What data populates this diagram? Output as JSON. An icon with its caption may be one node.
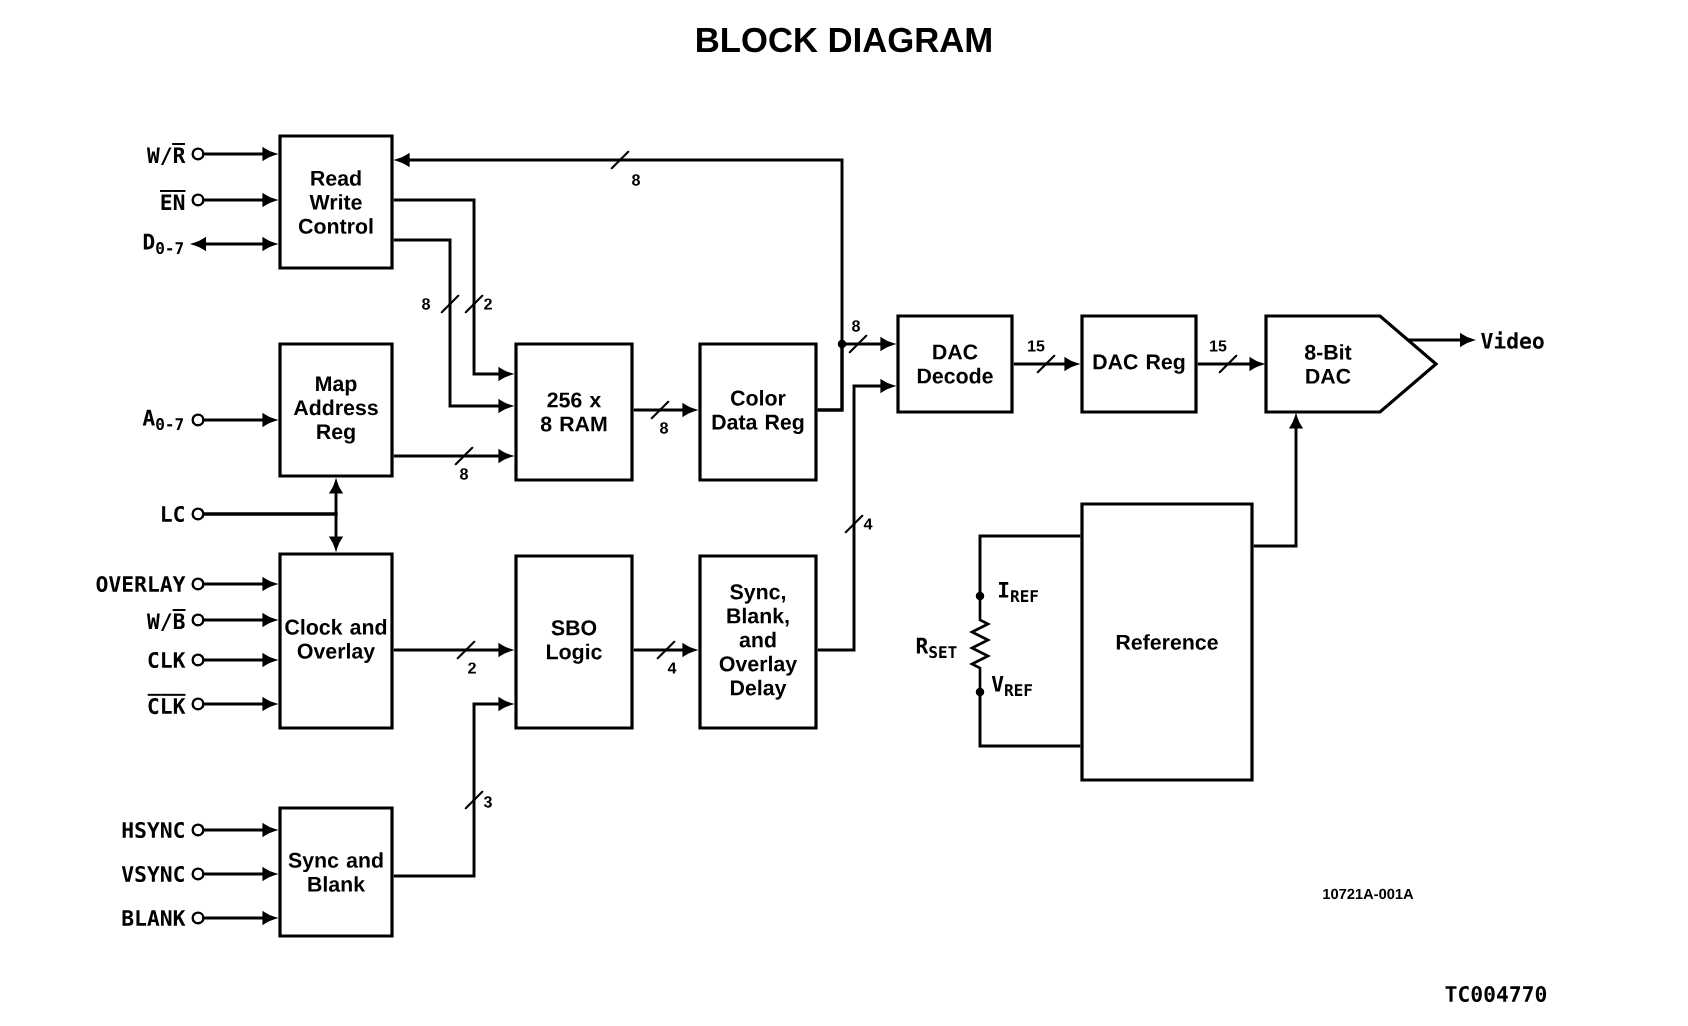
{
  "diagram": {
    "title": "BLOCK DIAGRAM",
    "nodes": [
      {
        "text": [
          "Read Write Control"
        ]
      },
      {
        "text": [
          "Map Address Reg"
        ]
      },
      {
        "text": [
          "256 x 8 RAM"
        ]
      },
      {
        "text": [
          "Color Data Reg"
        ]
      },
      {
        "text": [
          "Clock and Overlay"
        ]
      },
      {
        "text": [
          "SBO Logic"
        ]
      },
      {
        "text": [
          "Sync, Blank, and Overlay Delay"
        ]
      },
      {
        "text": [
          "Sync and Blank"
        ]
      },
      {
        "text": [
          "DAC Decode"
        ]
      },
      {
        "text": [
          "DAC Reg"
        ]
      },
      {
        "text": [
          "8-Bit DAC"
        ]
      },
      {
        "text": [
          "Reference"
        ]
      },
      {
        "text": [],
        "shape": "resistor",
        "beside": [
          "R$_{SET}$"
        ]
      },
      {
        "text": [
          "W/R̅"
        ]
      },
      {
        "text": [
          "E̅N̅"
        ]
      },
      {
        "text": [
          "D$_{0-7}$"
        ]
      },
      {
        "text": [
          "A$_{0-7}$"
        ]
      },
      {
        "text": [
          "LC"
        ]
      },
      {
        "text": [
          "OVERLAY"
        ]
      },
      {
        "text": [
          "W/B̅"
        ]
      },
      {
        "text": [
          "CLK"
        ]
      },
      {
        "text": [
          "C̅L̅K̅"
        ]
      },
      {
        "text": [
          "HSYNC"
        ]
      },
      {
        "text": [
          "VSYNC"
        ]
      },
      {
        "text": [
          "BLANK"
        ]
      },
      {
        "text": [
          "Video"
        ]
      }
    ],
    "edges": [
      {
        "from": 13,
        "to": 0,
        "arrow": "to"
      },
      {
        "from": 14,
        "to": 0,
        "arrow": "to"
      },
      {
        "from": 15,
        "to": 0,
        "arrow": "both"
      },
      {
        "from": 16,
        "to": 1,
        "arrow": "to"
      },
      {
        "from": 17,
        "to": 1,
        "arrow": "to"
      },
      {
        "from": 17,
        "to": 4,
        "arrow": "to"
      },
      {
        "from": 18,
        "to": 4,
        "arrow": "to"
      },
      {
        "from": 19,
        "to": 4,
        "arrow": "to"
      },
      {
        "from": 20,
        "to": 4,
        "arrow": "to"
      },
      {
        "from": 21,
        "to": 4,
        "arrow": "to"
      },
      {
        "from": 22,
        "to": 7,
        "arrow": "to"
      },
      {
        "from": 23,
        "to": 7,
        "arrow": "to"
      },
      {
        "from": 24,
        "to": 7,
        "arrow": "to"
      },
      {
        "from": 0,
        "to": 2,
        "arrow": "to",
        "label": "2"
      },
      {
        "from": 0,
        "to": 2,
        "arrow": "to",
        "label": "8"
      },
      {
        "from": 1,
        "to": 2,
        "arrow": "to",
        "label": "8"
      },
      {
        "from": 2,
        "to": 3,
        "arrow": "to",
        "label": "8"
      },
      {
        "from": 3,
        "to": 8,
        "arrow": "to",
        "label": "8"
      },
      {
        "from": 3,
        "to": 0,
        "arrow": "to",
        "label": "8"
      },
      {
        "from": 4,
        "to": 5,
        "arrow": "to",
        "label": "2"
      },
      {
        "from": 7,
        "to": 5,
        "arrow": "to",
        "label": "3"
      },
      {
        "from": 5,
        "to": 6,
        "arrow": "to",
        "label": "4"
      },
      {
        "from": 6,
        "to": 8,
        "arrow": "to",
        "label": "4"
      },
      {
        "from": 8,
        "to": 9,
        "arrow": "to",
        "label": "15"
      },
      {
        "from": 9,
        "to": 10,
        "arrow": "to",
        "label": "15"
      },
      {
        "from": 11,
        "to": 10,
        "arrow": "to"
      },
      {
        "from": 10,
        "to": 25,
        "arrow": "to"
      },
      {
        "from": 11,
        "to": 12,
        "arrow": "none"
      },
      {
        "from": 11,
        "to": 12,
        "arrow": "none"
      }
    ],
    "labels": [
      "I$_{REF}$",
      "V$_{REF}$",
      "10721A-001A",
      "TC004770"
    ]
  }
}
